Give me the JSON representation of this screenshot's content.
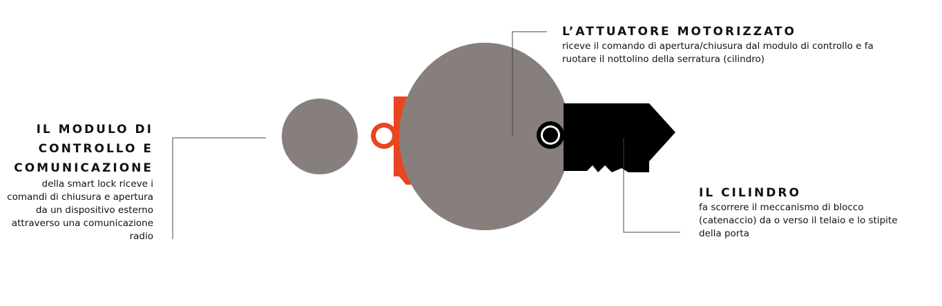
{
  "colors": {
    "head": "#877f7b",
    "body": "#e84520",
    "tip": "#000000",
    "leader": "#444444",
    "text": "#111111"
  },
  "callouts": {
    "modulo": {
      "title": "IL MODULO DI CONTROLLO E COMUNICAZIONE",
      "description": "della smart lock riceve i comandi di chiusura e apertura da un dispositivo esterno attraverso una comunicazione radio"
    },
    "attuatore": {
      "title": "L’ATTUATORE MOTORIZZATO",
      "description": "riceve il comando di apertura/chiusura dal modulo di controllo e fa ruotare il nottolino della serratura (cilindro)"
    },
    "cilindro": {
      "title": "IL CILINDRO",
      "description": "fa scorrere il meccanismo di blocco (catenaccio) da o verso il telaio e lo stipite della porta"
    }
  }
}
